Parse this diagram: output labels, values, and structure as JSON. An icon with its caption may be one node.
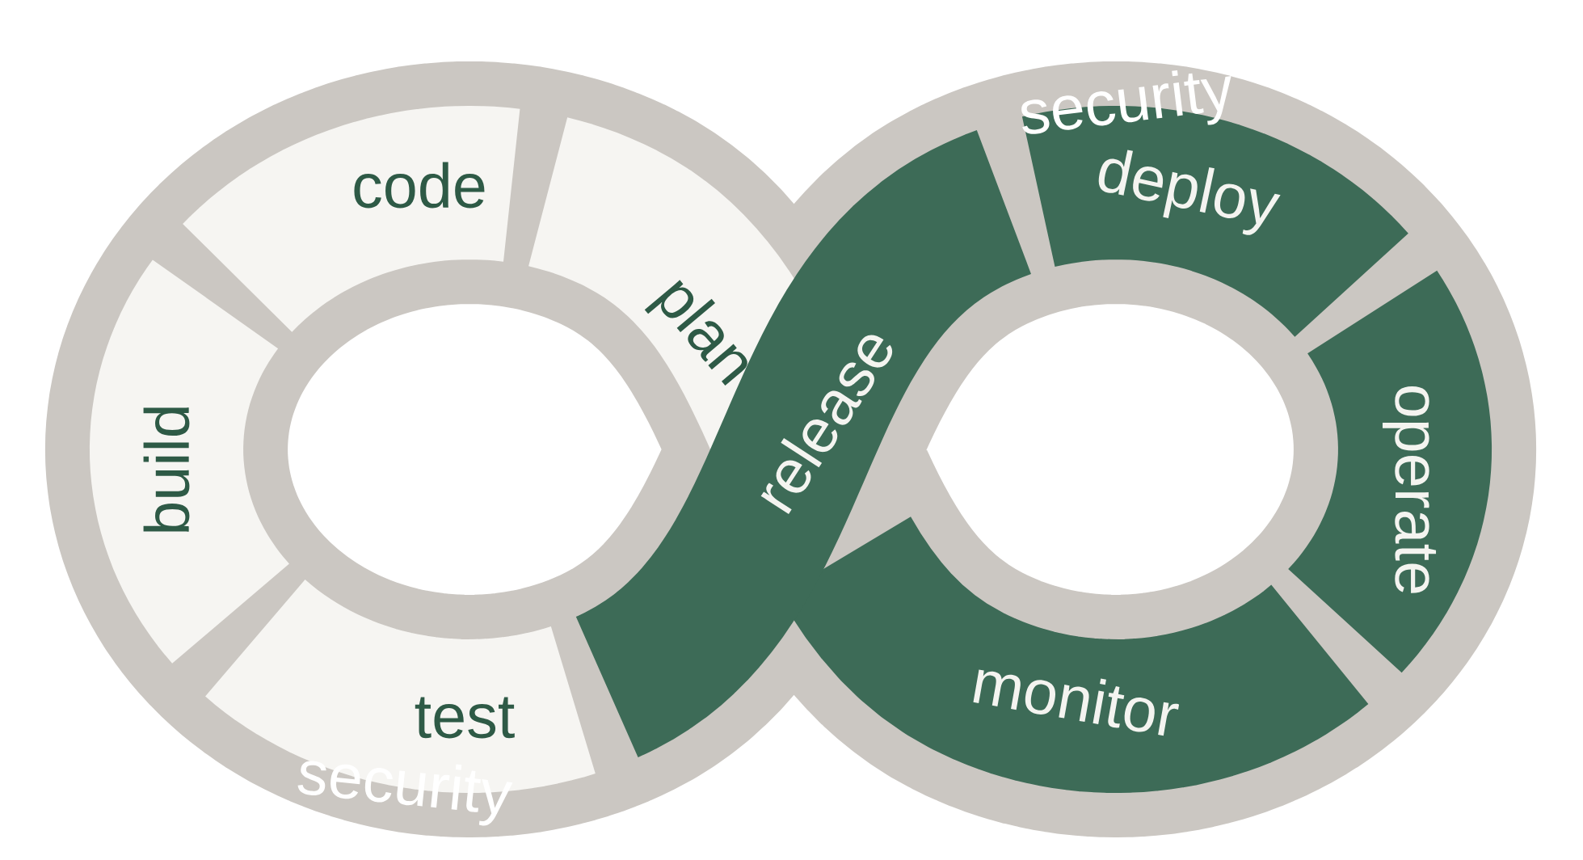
{
  "diagram": {
    "nodes": [
      {
        "text": [
          "plan"
        ]
      },
      {
        "text": [
          "code"
        ]
      },
      {
        "text": [
          "build"
        ]
      },
      {
        "text": [
          "test"
        ]
      },
      {
        "text": [
          "release"
        ]
      },
      {
        "text": [
          "deploy"
        ]
      },
      {
        "text": [
          "operate"
        ]
      },
      {
        "text": [
          "monitor"
        ]
      }
    ],
    "labels": [
      "security",
      "security"
    ]
  }
}
